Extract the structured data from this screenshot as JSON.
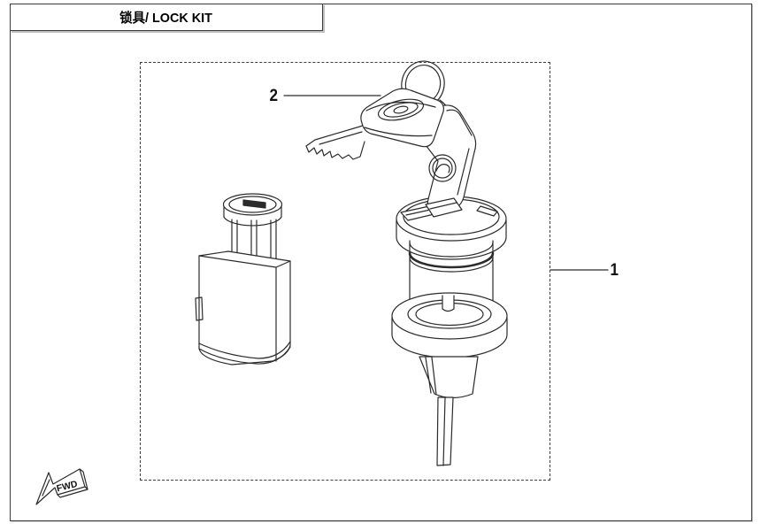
{
  "page": {
    "title": "锁具/ LOCK KIT"
  },
  "diagram": {
    "callouts": [
      {
        "number": "1"
      },
      {
        "number": "2"
      }
    ],
    "fwd_label": "FWD",
    "colors": {
      "ink": "#2b2b2b",
      "border": "#3b3b3b",
      "background": "#ffffff"
    }
  }
}
